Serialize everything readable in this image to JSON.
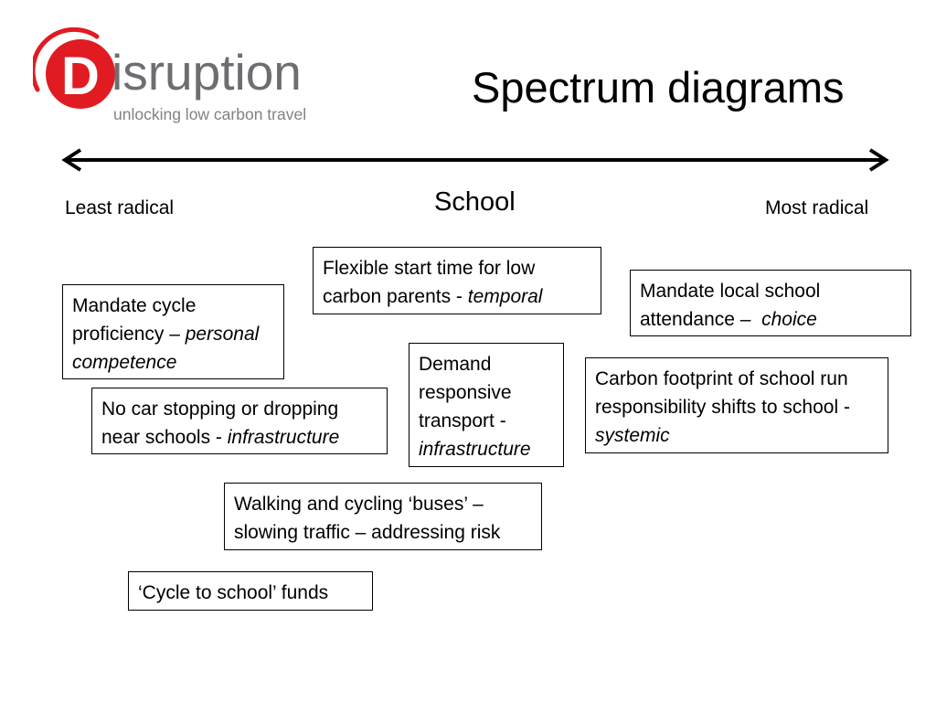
{
  "brand": {
    "word": "isruption",
    "letter": "D",
    "tagline": "unlocking low carbon travel",
    "red": "#e11b22",
    "grey": "#6d6e71"
  },
  "title": "Spectrum diagrams",
  "spectrum": {
    "left_label": "Least radical",
    "right_label": "Most radical",
    "center_label": "School"
  },
  "boxes": {
    "flexible": {
      "text": "Flexible start time for low carbon parents - ",
      "tag": "temporal"
    },
    "mandate_local": {
      "text": "Mandate local school attendance –  ",
      "tag": "choice"
    },
    "mandate_cycle": {
      "text": "Mandate cycle proficiency – ",
      "tag": "personal competence"
    },
    "demand": {
      "text": "Demand responsive transport - ",
      "tag": "infrastructure"
    },
    "carbon": {
      "text": "Carbon footprint of school run responsibility shifts to school - ",
      "tag": "systemic"
    },
    "no_car": {
      "text": "No car stopping or dropping near schools - ",
      "tag": "infrastructure"
    },
    "walking": {
      "text": "Walking and cycling ‘buses’ – slowing traffic – addressing risk"
    },
    "funds": {
      "text": "‘Cycle to school’ funds"
    }
  }
}
